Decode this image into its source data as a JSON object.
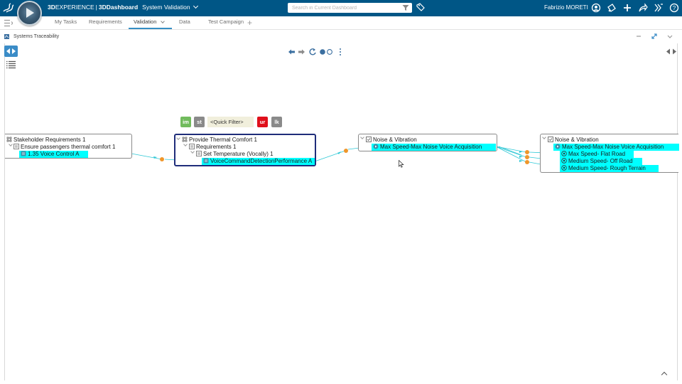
{
  "topbar": {
    "brand_prefix": "3D",
    "brand_main": "EXPERIENCE",
    "separator": "|",
    "app": "3DDashboard",
    "dashboard": "System Validation",
    "search_placeholder": "Search in Current Dashboard",
    "user": "Fabrizio MORETI",
    "bg_color": "#005686"
  },
  "tabs": [
    {
      "label": "My Tasks"
    },
    {
      "label": "Requirements"
    },
    {
      "label": "Validation",
      "active": true
    },
    {
      "label": "Data"
    },
    {
      "label": "Test Campaign"
    }
  ],
  "widget": {
    "title": "Systems Traceability"
  },
  "quick_filter": {
    "buttons": [
      {
        "label": "im",
        "color": "#71bb5d"
      },
      {
        "label": "st",
        "color": "#8a8a8a"
      },
      {
        "label": "ur",
        "color": "#e0101b"
      },
      {
        "label": "lk",
        "color": "#8a8a8a"
      }
    ],
    "placeholder": "<Quick Filter>"
  },
  "nodes": {
    "stakeholder": {
      "title": "Stakeholder Requirements 1",
      "child": "Ensure passengers thermal comfort 1",
      "leaf": "1.35 Voice Control A"
    },
    "thermal": {
      "title": "Provide Thermal Comfort 1",
      "child": "Requirements 1",
      "grandchild": "Set Temperature (Vocally) 1",
      "leaf": "VoiceCommandDetectionPerformance A"
    },
    "noise1": {
      "title": "Noise & Vibration",
      "leaf": "Max Speed-Max Noise Voice Acquisition"
    },
    "noise2": {
      "title": "Noise & Vibration",
      "leaf": "Max Speed-Max Noise Voice Acquisition",
      "cases": [
        "Max Speed- Flat Road",
        "Medium Speed- Off Road",
        "Medium Speed- Rough Terrain"
      ]
    }
  },
  "colors": {
    "highlight": "#00ffff",
    "selected_border": "#1f2d7a",
    "link": "#2fc8d6",
    "connector": "#f0962a",
    "accent": "#368ec4"
  }
}
